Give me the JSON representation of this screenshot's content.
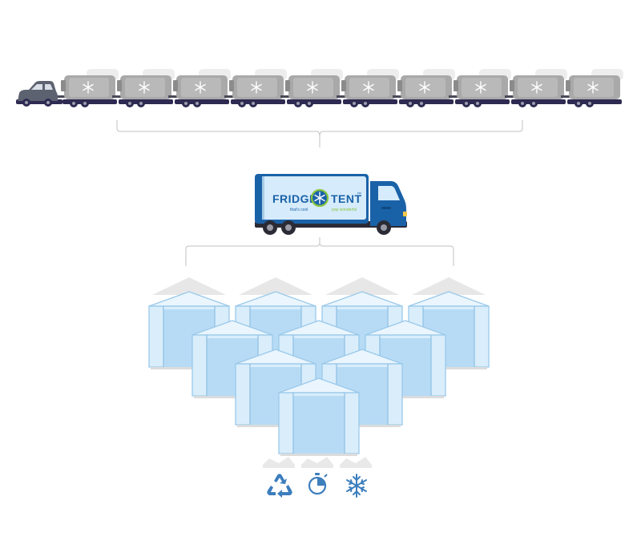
{
  "truck": {
    "brand_left": "FRIDGE",
    "brand_right": "TENT",
    "trademark": "™",
    "tagline_left": "that's cool",
    "tagline_right": "pop wonderful"
  },
  "colors": {
    "truck_blue": "#1a62a8",
    "truck_panel": "#d6ebfb",
    "brand_green": "#8cc63f",
    "trailer_gray": "#a9a9a9",
    "tent_light": "#d9edfb",
    "tent_mid": "#b7dbf5",
    "icon_blue": "#3d7ebd",
    "bracket_gray": "#cfcfcf"
  },
  "trailers": {
    "count": 10,
    "icon": "snowflake-icon"
  },
  "tents": {
    "count": 10,
    "rows": [
      4,
      3,
      2,
      1
    ]
  },
  "benefit_icons": [
    "recycle-icon",
    "stopwatch-icon",
    "snowflake-icon"
  ]
}
